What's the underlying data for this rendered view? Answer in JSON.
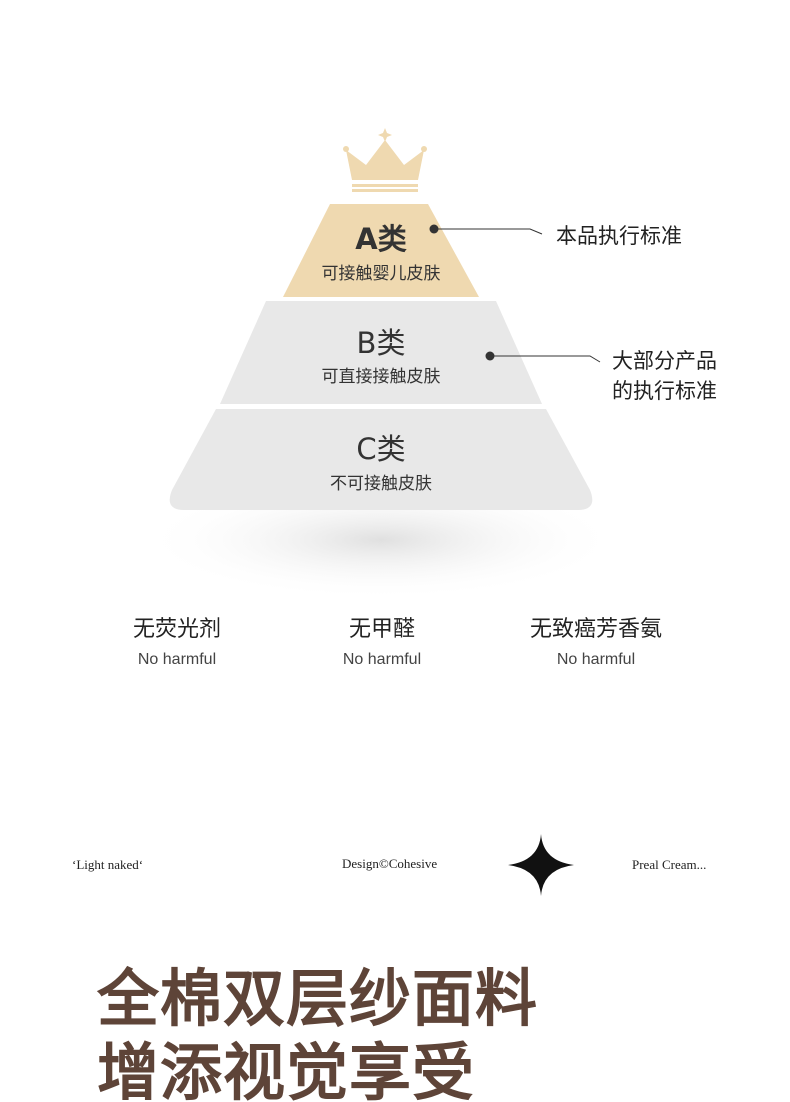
{
  "colors": {
    "gold": "#efd9b0",
    "gray": "#e8e8e8",
    "headline": "#5e4438"
  },
  "pyramid": {
    "tiers": [
      {
        "title": "A类",
        "subtitle": "可接触婴儿皮肤"
      },
      {
        "title": "B类",
        "subtitle": "可直接接触皮肤"
      },
      {
        "title": "C类",
        "subtitle": "不可接触皮肤"
      }
    ],
    "notes": [
      {
        "lines": [
          "本品执行标准"
        ]
      },
      {
        "lines": [
          "大部分产品",
          "的执行标准"
        ]
      }
    ]
  },
  "features": [
    {
      "zh": "无荧光剂",
      "en": "No harmful"
    },
    {
      "zh": "无甲醛",
      "en": "No harmful"
    },
    {
      "zh": "无致癌芳香氨",
      "en": "No harmful"
    }
  ],
  "tagline": {
    "left": "‘Light naked‘",
    "center": "Design©Cohesive",
    "right": "Preal Cream..."
  },
  "headline": {
    "line1": "全棉双层纱面料",
    "line2": "增添视觉享受"
  }
}
